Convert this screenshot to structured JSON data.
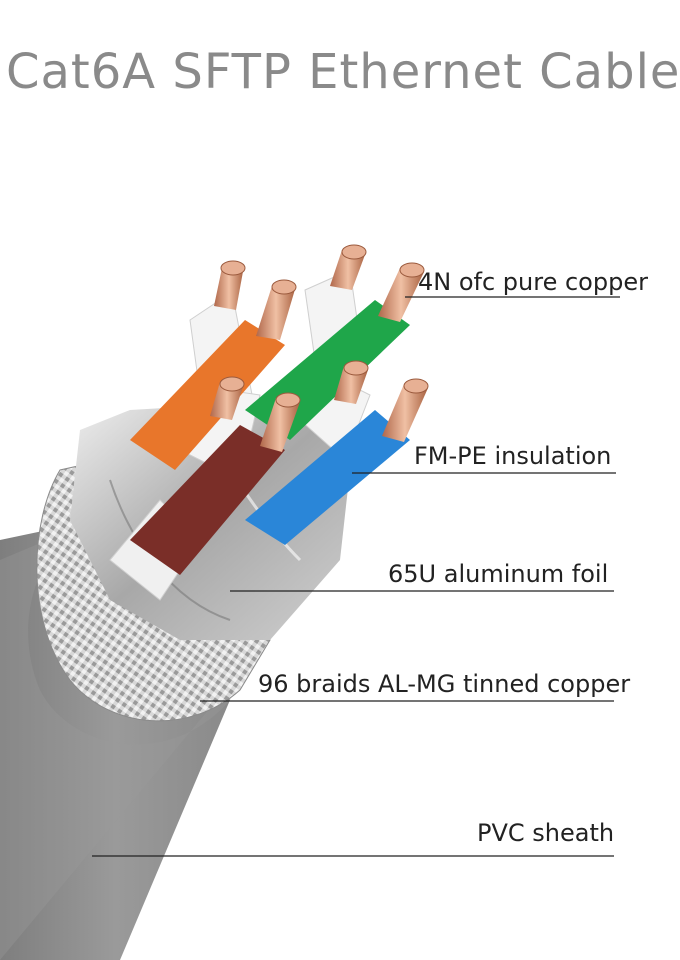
{
  "title": "Cat6A SFTP Ethernet Cable",
  "labels": {
    "conductor": "4N ofc pure copper",
    "insulation": "FM-PE insulation",
    "foil": "65U aluminum foil",
    "braid": "96 braids AL-MG tinned copper",
    "sheath": "PVC sheath"
  },
  "colors": {
    "title": "#8a8a8a",
    "sheath": "#8c8c8c",
    "orange": "#e8762b",
    "green": "#1fa64a",
    "brown": "#7a2e28",
    "blue": "#2a86d8",
    "copper": "#c9896a",
    "white_wire": "#f4f4f4"
  }
}
